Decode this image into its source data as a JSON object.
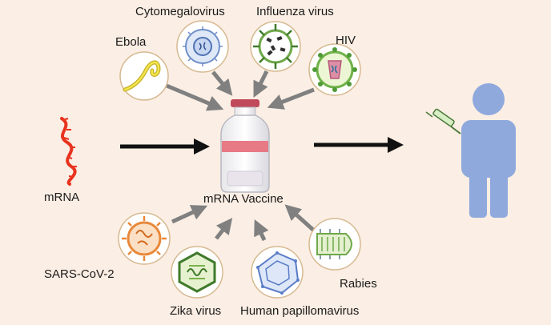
{
  "labels": {
    "cytomegalovirus": "Cytomegalovirus",
    "influenza": "Influenza virus",
    "ebola": "Ebola",
    "hiv": "HIV",
    "mrna": "mRNA",
    "vaccine": "mRNA Vaccine",
    "sars": "SARS-CoV-2",
    "zika": "Zika virus",
    "hpv": "Human papillomavirus",
    "rabies": "Rabies"
  },
  "colors": {
    "background": "#fbeee4",
    "arrow_gray": "#808080",
    "arrow_black": "#111111",
    "mrna_red": "#e8331f",
    "person_blue": "#8fa9dd",
    "vial_cap": "#c04a5a",
    "vial_band": "#e77a85"
  },
  "icons": {
    "mrna": "mrna-strand-icon",
    "vaccine": "vaccine-vial-icon",
    "person": "person-icon",
    "syringe": "syringe-icon"
  }
}
